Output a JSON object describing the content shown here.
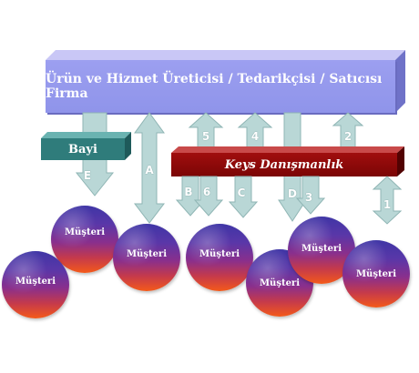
{
  "banner": {
    "label": "Ürün ve Hizmet Üreticisi / Tedarikçisi / Satıcısı Firma"
  },
  "bayi": {
    "label": "Bayi"
  },
  "keys": {
    "label": "Keys Danışmanlık"
  },
  "arrows": {
    "e": "E",
    "a": "A",
    "five": "5",
    "four": "4",
    "two": "2",
    "b": "B",
    "six": "6",
    "c": "C",
    "d": "D",
    "three": "3",
    "one": "1"
  },
  "customers": [
    "Müşteri",
    "Müşteri",
    "Müşteri",
    "Müşteri",
    "Müşteri",
    "Müşteri",
    "Müşteri"
  ],
  "colors": {
    "banner": "#9c9ff0",
    "bayi": "#2f7c7b",
    "keys": "#8b0a0a",
    "arrow": "#b9d7d6",
    "sphere_top": "#3f36a6",
    "sphere_bottom": "#f45a1a"
  }
}
